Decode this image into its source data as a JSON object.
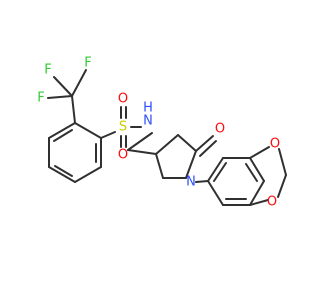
{
  "molecule": {
    "atom_labels": {
      "F1": "F",
      "F2": "F",
      "F3": "F",
      "S": "S",
      "O_top": "O",
      "O_bottom": "O",
      "N_amide": "N",
      "H_amide": "H",
      "O_carbonyl": "O",
      "N_ring": "N",
      "O_diox_top": "O",
      "O_diox_bottom": "O"
    },
    "colors": {
      "bond": "#303030",
      "fluorine": "#33cc33",
      "sulfur": "#cccc00",
      "oxygen": "#ff0d0d",
      "nitrogen": "#3050f8"
    }
  }
}
